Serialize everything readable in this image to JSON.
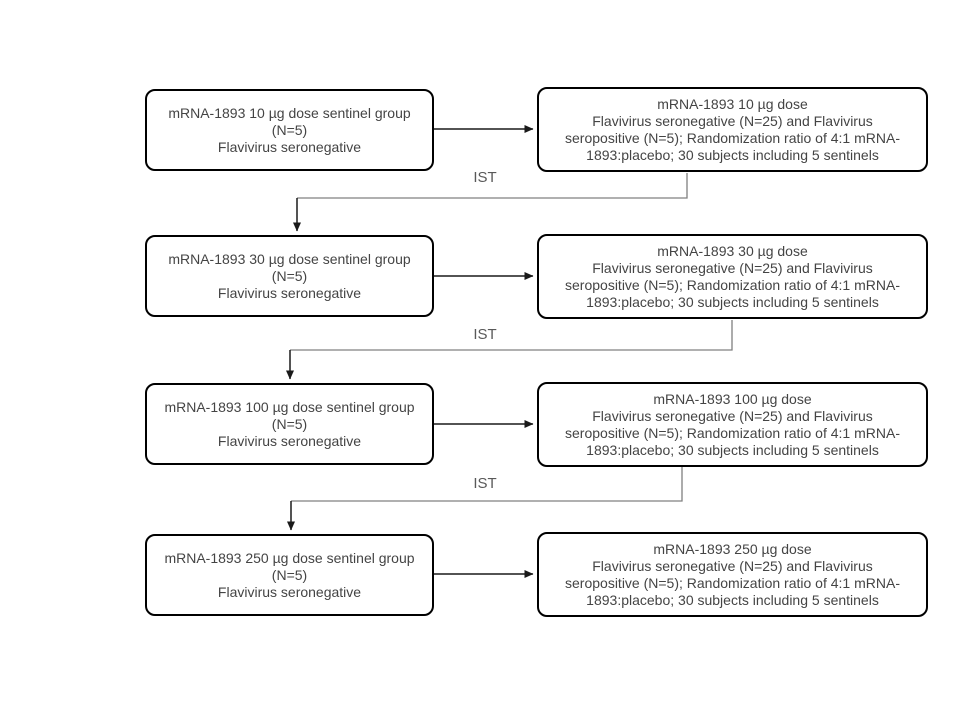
{
  "page": {
    "background": "#ffffff"
  },
  "colors": {
    "box_border": "#000000",
    "box_fill": "#ffffff",
    "box_text": "#444444",
    "elbow_connector": "#808080",
    "arrow": "#1a1a1a",
    "ist_text": "#595959"
  },
  "ist_label": "IST",
  "rows": [
    {
      "dose": "10 µg",
      "sentinel": {
        "lines": [
          "mRNA-1893 10 µg dose sentinel group",
          "(N=5)",
          "Flavivirus seronegative"
        ]
      },
      "expansion": {
        "lines": [
          "mRNA-1893 10 µg dose",
          "Flavivirus seronegative (N=25) and Flavivirus",
          "seropositive (N=5); Randomization ratio of 4:1 mRNA-",
          "1893:placebo; 30 subjects including 5 sentinels"
        ]
      }
    },
    {
      "dose": "30 µg",
      "sentinel": {
        "lines": [
          "mRNA-1893 30 µg dose sentinel group",
          "(N=5)",
          "Flavivirus seronegative"
        ]
      },
      "expansion": {
        "lines": [
          "mRNA-1893 30 µg dose",
          "Flavivirus seronegative (N=25) and Flavivirus",
          "seropositive (N=5); Randomization ratio of 4:1 mRNA-",
          "1893:placebo; 30 subjects including 5 sentinels"
        ]
      }
    },
    {
      "dose": "100 µg",
      "sentinel": {
        "lines": [
          "mRNA-1893 100 µg dose sentinel group",
          "(N=5)",
          "Flavivirus seronegative"
        ]
      },
      "expansion": {
        "lines": [
          "mRNA-1893 100 µg dose",
          "Flavivirus seronegative (N=25) and Flavivirus",
          "seropositive (N=5); Randomization ratio of 4:1 mRNA-",
          "1893:placebo; 30 subjects including 5 sentinels"
        ]
      }
    },
    {
      "dose": "250 µg",
      "sentinel": {
        "lines": [
          "mRNA-1893 250 µg dose sentinel group",
          "(N=5)",
          "Flavivirus seronegative"
        ]
      },
      "expansion": {
        "lines": [
          "mRNA-1893 250 µg dose",
          "Flavivirus seronegative (N=25) and Flavivirus",
          "seropositive (N=5); Randomization ratio of 4:1 mRNA-",
          "1893:placebo; 30 subjects including 5 sentinels"
        ]
      }
    }
  ]
}
